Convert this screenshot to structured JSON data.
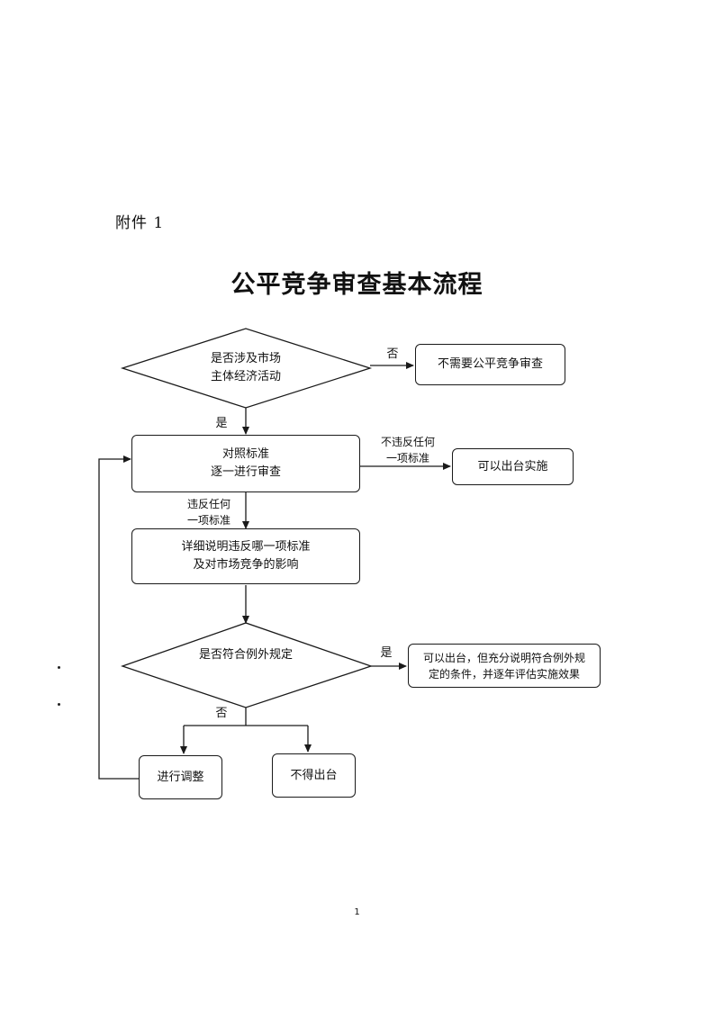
{
  "header": {
    "attachment_label": "附件 1",
    "title": "公平竞争审查基本流程"
  },
  "flow": {
    "decision1": "是否涉及市场\n主体经济活动",
    "decision1_no_label": "否",
    "no_review_box": "不需要公平竞争审查",
    "decision1_yes_label": "是",
    "compare_box": "对照标准\n逐一进行审查",
    "no_violation_label": "不违反任何\n一项标准",
    "can_issue_box": "可以出台实施",
    "violation_label": "违反任何\n一项标准",
    "explain_box": "详细说明违反哪一项标准\n及对市场竞争的影响",
    "decision2": "是否符合例外规定",
    "decision2_yes_label": "是",
    "exception_box": "可以出台，但充分说明符合例外规\n定的条件，并逐年评估实施效果",
    "decision2_no_label": "否",
    "adjust_box": "进行调整",
    "not_issue_box": "不得出台"
  },
  "footer": {
    "page_number": "1"
  }
}
